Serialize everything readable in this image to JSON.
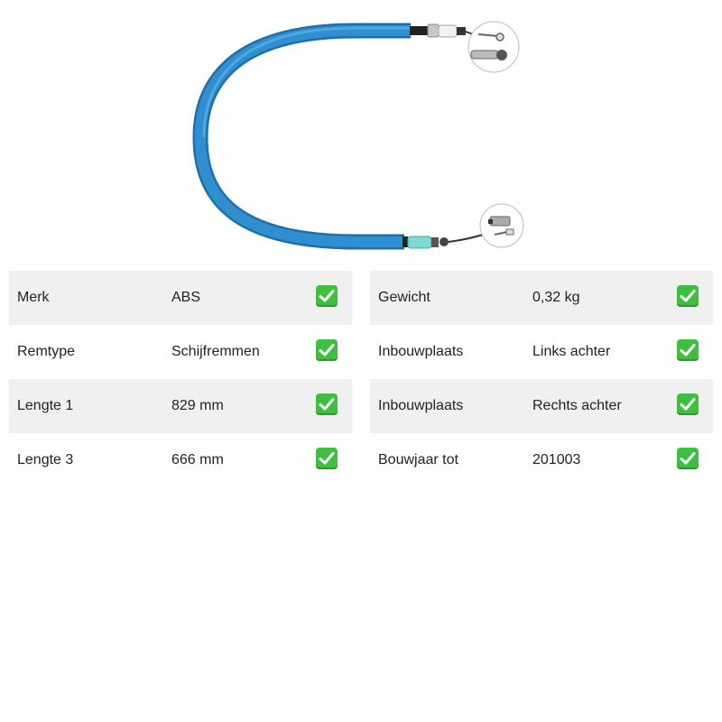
{
  "colors": {
    "cable": "#2b86c5",
    "row_shade": "#f0f0f0",
    "check": "#3fbf3f"
  },
  "product_image": {
    "icon": "brake-cable-image"
  },
  "specs_left": [
    {
      "label": "Merk",
      "value": "ABS"
    },
    {
      "label": "Remtype",
      "value": "Schijfremmen"
    },
    {
      "label": "Lengte 1",
      "value": "829 mm"
    },
    {
      "label": "Lengte 3",
      "value": "666 mm"
    }
  ],
  "specs_right": [
    {
      "label": "Gewicht",
      "value": "0,32 kg"
    },
    {
      "label": "Inbouwplaats",
      "value": "Links achter"
    },
    {
      "label": "Inbouwplaats",
      "value": "Rechts achter"
    },
    {
      "label": "Bouwjaar tot",
      "value": "201003"
    }
  ]
}
